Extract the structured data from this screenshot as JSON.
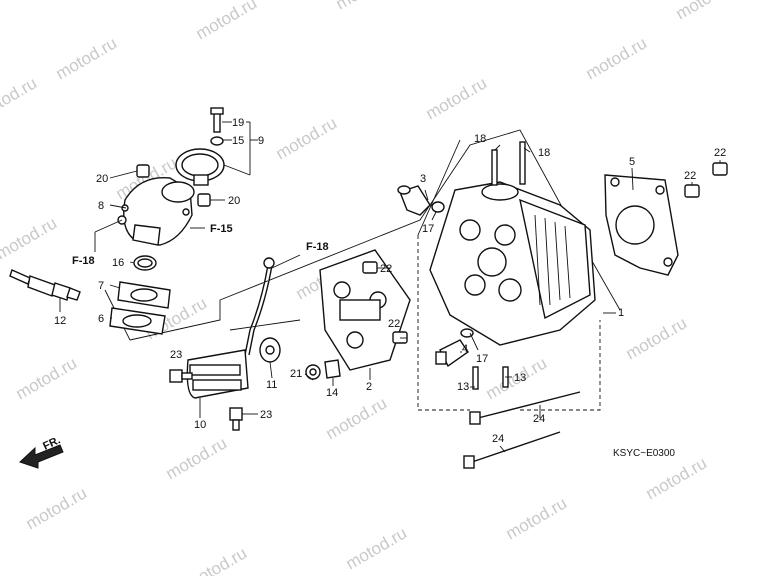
{
  "watermark": "motod.ru",
  "diagram_code": "KSYC~E0300",
  "direction_marker": "FR.",
  "refs": {
    "f18_left": "F-18",
    "f15": "F-15",
    "f18_center": "F-18"
  },
  "callouts": {
    "c1": "1",
    "c2": "2",
    "c3": "3",
    "c4": "4",
    "c5": "5",
    "c6": "6",
    "c7": "7",
    "c8": "8",
    "c9": "9",
    "c10": "10",
    "c11": "11",
    "c12": "12",
    "c13a": "13",
    "c13b": "13",
    "c14": "14",
    "c15": "15",
    "c16": "16",
    "c17a": "17",
    "c17b": "17",
    "c18a": "18",
    "c18b": "18",
    "c19": "19",
    "c20a": "20",
    "c20b": "20",
    "c21": "21",
    "c22a": "22",
    "c22b": "22",
    "c22c": "22",
    "c22d": "22",
    "c23a": "23",
    "c23b": "23",
    "c24a": "24",
    "c24b": "24"
  }
}
